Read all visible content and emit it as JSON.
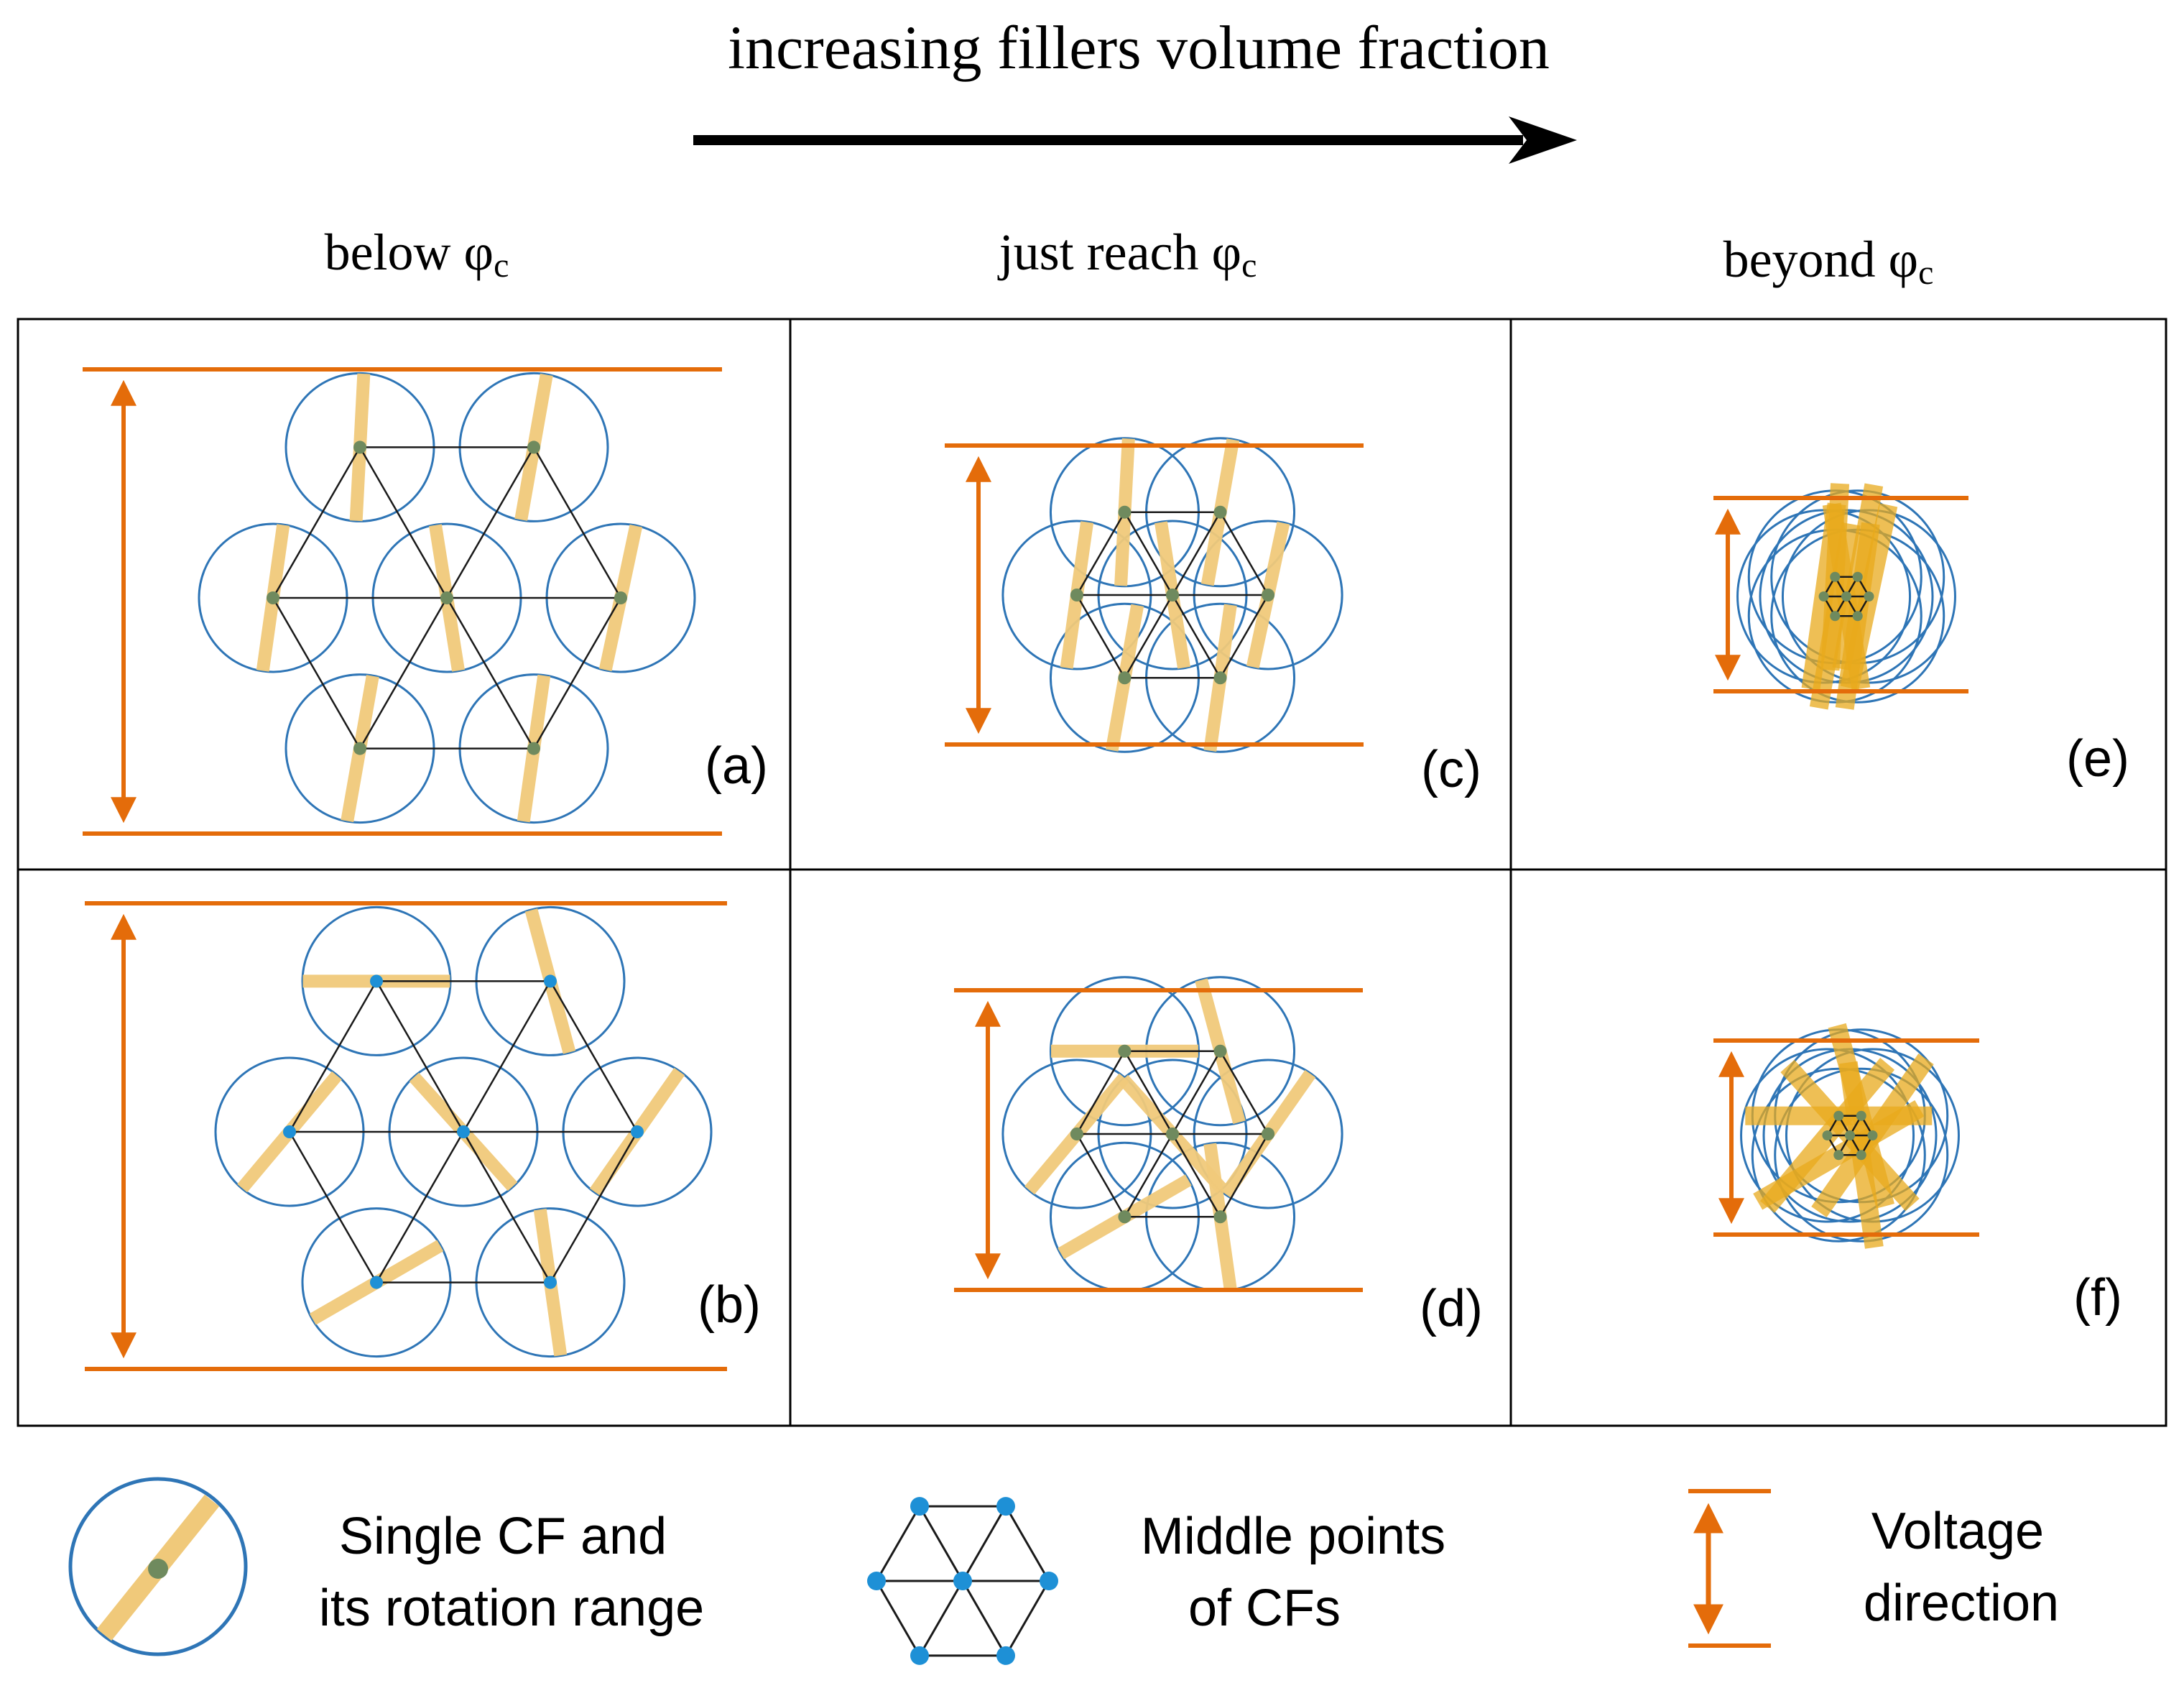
{
  "header": {
    "arrow_label": "increasing fillers volume fraction"
  },
  "columns": [
    {
      "label": "below φ",
      "sub": "c"
    },
    {
      "label": "just reach φ",
      "sub": "c"
    },
    {
      "label": "beyond φ",
      "sub": "c"
    }
  ],
  "panels": [
    {
      "id": "a",
      "label": "(a)",
      "spread": 1.0,
      "orientation": "near-vertical"
    },
    {
      "id": "b",
      "label": "(b)",
      "spread": 1.0,
      "orientation": "random"
    },
    {
      "id": "c",
      "label": "(c)",
      "spread": 0.55,
      "orientation": "near-vertical"
    },
    {
      "id": "d",
      "label": "(d)",
      "spread": 0.55,
      "orientation": "random"
    },
    {
      "id": "e",
      "label": "(e)",
      "spread": 0.13,
      "orientation": "near-vertical"
    },
    {
      "id": "f",
      "label": "(f)",
      "spread": 0.13,
      "orientation": "random"
    }
  ],
  "legend": {
    "single_cf_line1": "Single CF and",
    "single_cf_line2": "its rotation range",
    "middle_points_line1": "Middle points",
    "middle_points_line2": "of CFs",
    "voltage_line1": "Voltage",
    "voltage_line2": "direction"
  },
  "colors": {
    "electrode": "#E46C0A",
    "circle": "#2E75B6",
    "fiber": "#F0C97A",
    "fiber_dense": "#E8A91C",
    "node_gray": "#6F8A5E",
    "node_blue": "#1E90D6",
    "edge": "#1A1A1A"
  }
}
